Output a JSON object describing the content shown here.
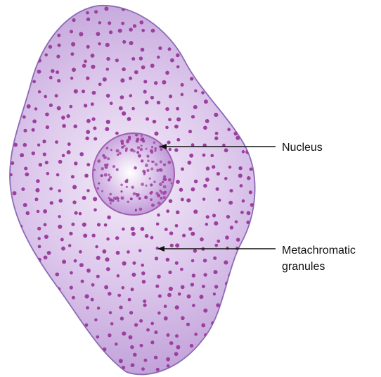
{
  "labels": {
    "nucleus": "Nucleus",
    "granules_line1": "Metachromatic",
    "granules_line2": "granules"
  },
  "colors": {
    "cell_fill_light": "#f1e6f6",
    "cell_fill_mid": "#d5b9e6",
    "cell_fill_edge": "#b58fcf",
    "cell_outline": "#8c6ab6",
    "granule": "#9c3f9e",
    "nucleus_outline": "#a15fb0",
    "arrow": "#111111"
  }
}
